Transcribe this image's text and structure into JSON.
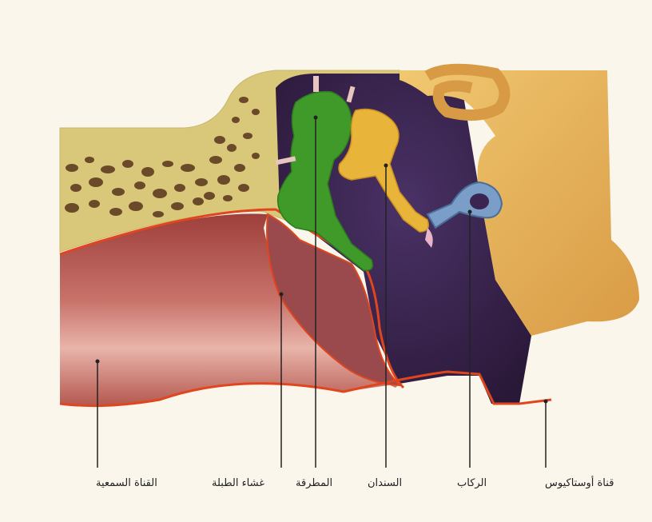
{
  "labels": {
    "eustachian_tube": "قناة أوستاكيوس",
    "stapes": "الركاب",
    "incus": "السندان",
    "malleus": "المطرقة",
    "eardrum": "غشاء الطبلة",
    "ear_canal": "القناة السمعية"
  },
  "colors": {
    "background": "#fbf6ec",
    "bone": "#d9c77a",
    "bone_pores": "#6b4a2a",
    "ear_canal": "#b55a55",
    "eardrum": "#9a4a4c",
    "middle_ear_cavity": "#3a2550",
    "malleus": "#3f9a2a",
    "incus": "#e8b43a",
    "stapes": "#7a9ec8",
    "outer_tissue": "#e6b45a",
    "outline": "#e0461e"
  }
}
